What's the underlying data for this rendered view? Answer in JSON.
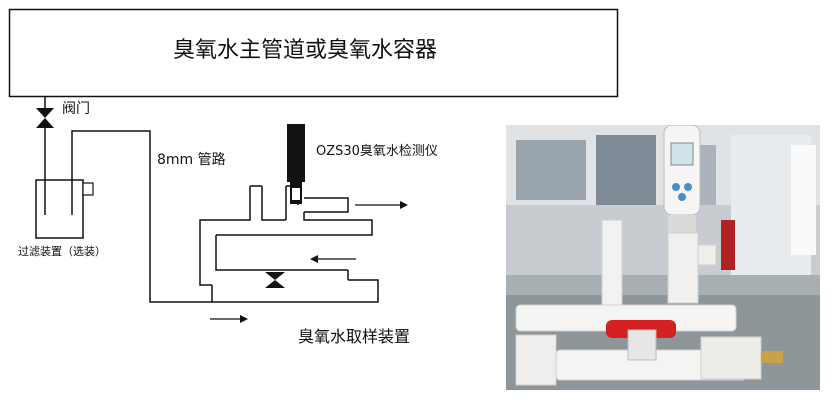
{
  "diagram": {
    "main_pipe_label": "臭氧水主管道或臭氧水容器",
    "valve_label": "阀门",
    "pipe_size_label": "8mm 管路",
    "sensor_label": "OZS30臭氧水检测仪",
    "filter_label": "过滤装置（选装）",
    "sampler_label": "臭氧水取样装置"
  },
  "colors": {
    "line": "#111111",
    "valve_red": "#d32020",
    "pvc_white": "#f2f2f0",
    "wall_gray": "#b9bfc4",
    "floor_gray": "#9ea4a8"
  },
  "photo": {
    "description_icon": "ozone-sampling-device-photo"
  }
}
